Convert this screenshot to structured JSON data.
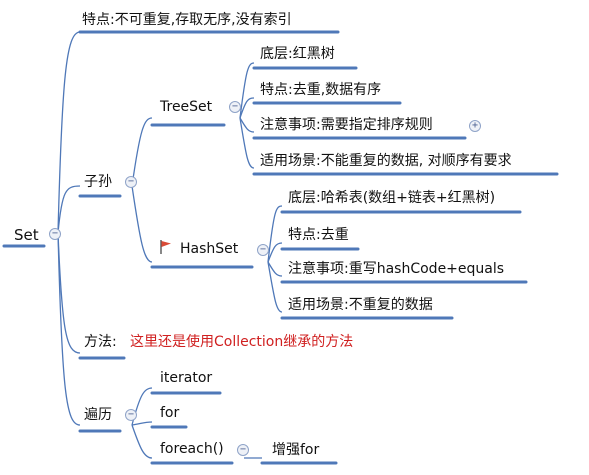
{
  "root": {
    "label": "Set"
  },
  "nodes": {
    "features": "特点:不可重复,存取无序,没有索引",
    "children": "子孙",
    "treeset": "TreeSet",
    "treeset_bottom": "底层:红黑树",
    "treeset_features": "特点:去重,数据有序",
    "treeset_notes": "注意事项:需要指定排序规则",
    "treeset_usage": "适用场景:不能重复的数据, 对顺序有要求",
    "hashset": "HashSet",
    "hashset_bottom": "底层:哈希表(数组+链表+红黑树)",
    "hashset_features": "特点:去重",
    "hashset_notes": "注意事项:重写hashCode+equals",
    "hashset_usage": "适用场景:不重复的数据",
    "methods_label": "方法:",
    "methods_value": "这里还是使用Collection继承的方法",
    "iterate": "遍历",
    "iterate_iterator": "iterator",
    "iterate_for": "for",
    "iterate_foreach": "foreach()",
    "iterate_foreach_child": "增强for"
  },
  "controls": {
    "collapse_symbol": "−",
    "expand_symbol": "+"
  },
  "colors": {
    "branch": "#4f78b8",
    "text": "#111111",
    "accent_red": "#d02020",
    "flag": "#d94a36"
  },
  "icons": {
    "hashset_marker": "red-flag-icon"
  }
}
